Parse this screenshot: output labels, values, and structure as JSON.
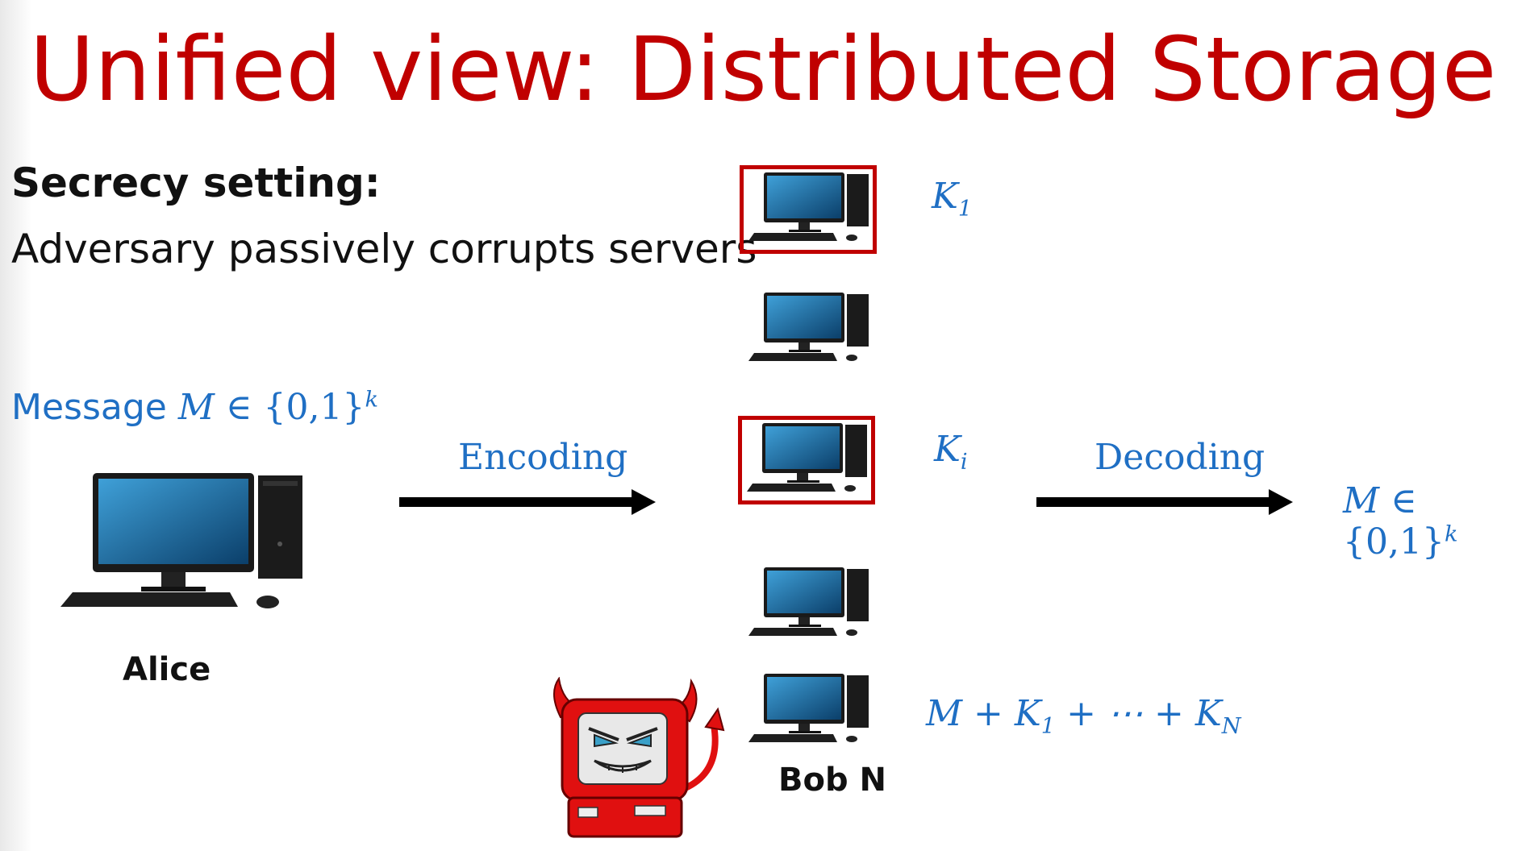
{
  "title": "Unified view: Distributed Storage",
  "setting": {
    "heading": "Secrecy setting:",
    "description": "Adversary passively corrupts servers"
  },
  "message": {
    "prefix": "Message",
    "var": "M",
    "set": "∈ {0,1}",
    "exp": "k"
  },
  "encoding_label": "Encoding",
  "decoding_label": "Decoding",
  "output": {
    "var": "M",
    "set": "∈ {0,1}",
    "exp": "k"
  },
  "sender_label": "Alice",
  "receiver_label": "Bob N",
  "keys": {
    "k1_base": "K",
    "k1_sub": "1",
    "ki_base": "K",
    "ki_sub": "i"
  },
  "sum_expr": {
    "m": "M",
    "plus1": " + ",
    "k1": "K",
    "k1_sub": "1",
    "plus2": " + ⋯ + ",
    "kn": "K",
    "kn_sub": "N"
  },
  "colors": {
    "title": "#c00000",
    "math": "#1f6fc4",
    "highlight_box": "#c00000"
  },
  "icons": [
    "computer-icon",
    "devil-adversary-icon",
    "arrow-right-icon"
  ]
}
